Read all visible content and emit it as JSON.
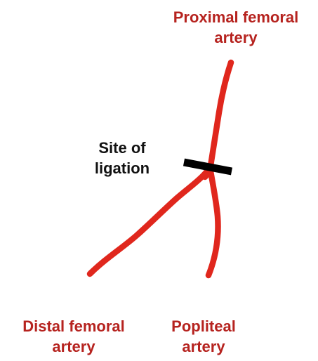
{
  "labels": {
    "proximal_femoral": {
      "line1": "Proximal femoral",
      "line2": "artery"
    },
    "site_of_ligation": {
      "line1": "Site of",
      "line2": "ligation"
    },
    "distal_femoral": {
      "line1": "Distal femoral",
      "line2": "artery"
    },
    "popliteal": {
      "line1": "Popliteal",
      "line2": "artery"
    }
  },
  "colors": {
    "artery": "#e0271d",
    "artery_outline": "#b81c14",
    "label_red": "#b6231f",
    "ligature": "#000000"
  }
}
